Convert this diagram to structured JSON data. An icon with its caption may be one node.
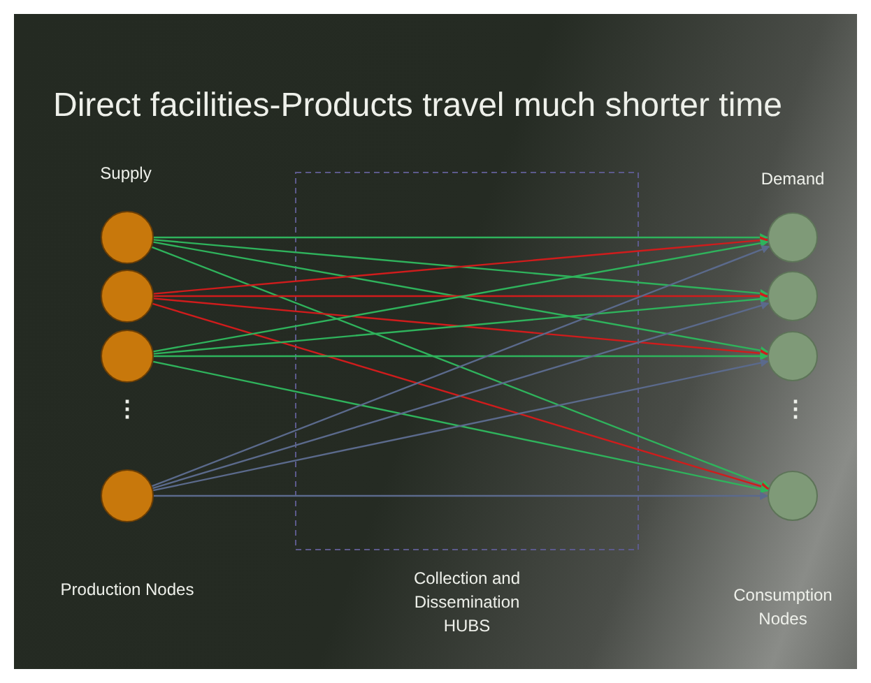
{
  "diagram": {
    "title": "Direct facilities-Products travel much shorter time",
    "nodes": [
      {
        "text": [],
        "shape": "circle"
      },
      {
        "text": [],
        "shape": "circle"
      },
      {
        "text": [],
        "shape": "circle"
      },
      {
        "text": [],
        "shape": "circle"
      },
      {
        "text": [],
        "shape": "circle"
      },
      {
        "text": [],
        "shape": "circle"
      },
      {
        "text": [],
        "shape": "circle"
      },
      {
        "text": [],
        "shape": "circle"
      }
    ],
    "edges": [
      {
        "from": 0,
        "to": 4,
        "arrow": "to"
      },
      {
        "from": 0,
        "to": 5,
        "arrow": "to"
      },
      {
        "from": 0,
        "to": 6,
        "arrow": "to"
      },
      {
        "from": 0,
        "to": 7,
        "arrow": "to"
      },
      {
        "from": 1,
        "to": 4,
        "arrow": "to",
        "color": "#d01c1c"
      },
      {
        "from": 1,
        "to": 5,
        "arrow": "to",
        "color": "#d01c1c"
      },
      {
        "from": 1,
        "to": 6,
        "arrow": "to",
        "color": "#d01c1c"
      },
      {
        "from": 1,
        "to": 7,
        "arrow": "to",
        "color": "#d01c1c"
      },
      {
        "from": 2,
        "to": 4,
        "arrow": "to"
      },
      {
        "from": 2,
        "to": 5,
        "arrow": "to"
      },
      {
        "from": 2,
        "to": 6,
        "arrow": "to"
      },
      {
        "from": 2,
        "to": 7,
        "arrow": "to"
      },
      {
        "from": 3,
        "to": 4,
        "arrow": "to",
        "color": "#5b6a8c"
      },
      {
        "from": 3,
        "to": 5,
        "arrow": "to",
        "color": "#5b6a8c"
      },
      {
        "from": 3,
        "to": 6,
        "arrow": "to",
        "color": "#5b6a8c"
      },
      {
        "from": 3,
        "to": 7,
        "arrow": "to",
        "color": "#5b6a8c"
      }
    ],
    "labels": [
      "Supply",
      "Demand",
      "⋮",
      "⋮",
      "Production Nodes",
      "Collection and Dissemination HUBS",
      "Consumption Nodes"
    ]
  }
}
